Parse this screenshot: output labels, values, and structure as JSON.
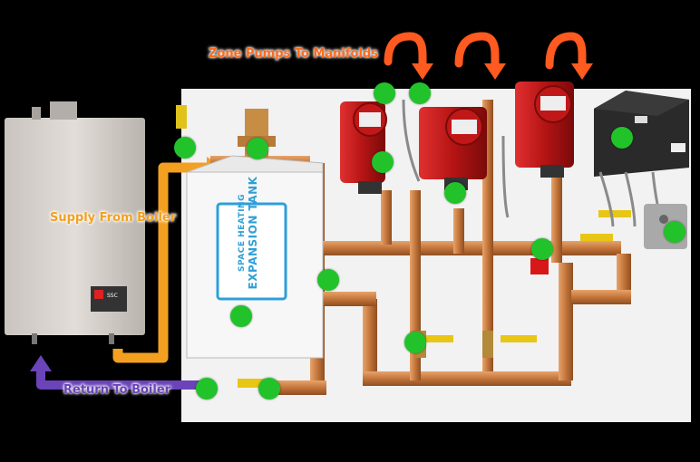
{
  "labels": {
    "zone_pumps": "Zone Pumps To Manifolds",
    "supply": "Supply From Boiler",
    "return": "Return To Boiler"
  },
  "tank": {
    "line1": "SPACE HEATING",
    "line2": "EXPANSION TANK"
  },
  "boiler": {
    "badge": "SSC"
  },
  "colors": {
    "supply_arrow": "#f3a020",
    "return_arrow": "#6a44b8",
    "zone_arrow": "#ff5a1f",
    "hotspot": "#22c32a",
    "copper": "#c87a3e",
    "pump_red": "#c01818"
  }
}
